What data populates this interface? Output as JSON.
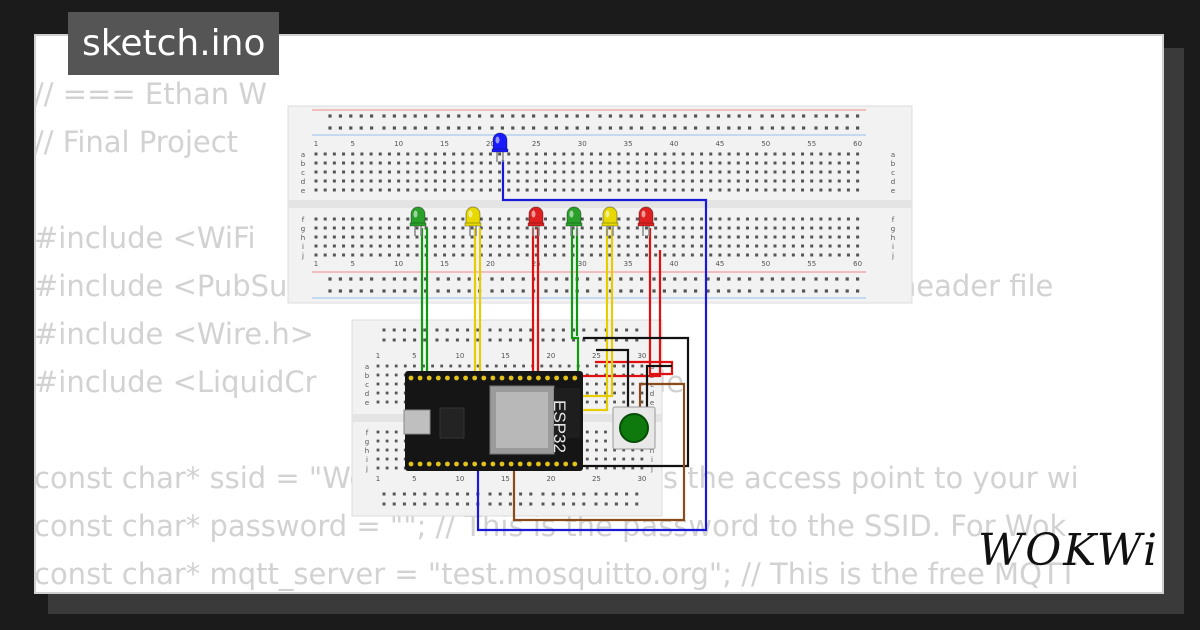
{
  "tab": {
    "filename": "sketch.ino"
  },
  "code_lines": [
    "// === Ethan W",
    "// Final Project",
    "",
    "#include <WiFi",
    "#include <PubSubClient.h> // MQTT publish and subscribe header file",
    "#include <Wire.h>",
    "#include <LiquidCr                       header file",
    "",
    "const char* ssid = \"Wokwi-GUEST\"; // This is the access point to your wi",
    "const char* password = \"\"; // This is the password to the SSID. For Wok",
    "const char* mqtt_server = \"test.mosquitto.org\"; // This is the free MQTT"
  ],
  "breadboard_top": {
    "column_numbers": [
      "1",
      "5",
      "10",
      "15",
      "20",
      "25",
      "30",
      "35",
      "40",
      "45",
      "50",
      "55",
      "60"
    ],
    "row_letters_upper": [
      "a",
      "b",
      "c",
      "d",
      "e"
    ],
    "row_letters_lower": [
      "f",
      "g",
      "h",
      "i",
      "j"
    ]
  },
  "breadboard_small": {
    "column_numbers": [
      "1",
      "5",
      "10",
      "15",
      "20",
      "25",
      "30"
    ],
    "row_letters_upper": [
      "a",
      "b",
      "c",
      "d",
      "e"
    ],
    "row_letters_lower": [
      "f",
      "g",
      "h",
      "i",
      "j"
    ]
  },
  "esp32": {
    "label": "ESP32"
  },
  "leds": [
    {
      "color": "#1a1aff",
      "name": "blue"
    },
    {
      "color": "#2aa02a",
      "name": "green"
    },
    {
      "color": "#e6d800",
      "name": "yellow"
    },
    {
      "color": "#e02020",
      "name": "red"
    },
    {
      "color": "#2aa02a",
      "name": "green"
    },
    {
      "color": "#e6d800",
      "name": "yellow"
    },
    {
      "color": "#e02020",
      "name": "red"
    }
  ],
  "logo": {
    "text": "WOKWi"
  },
  "colors": {
    "code_text": "#d2d2d2",
    "tab_bg": "#555555",
    "wire_blue": "#1a1ad6",
    "wire_red": "#e01010",
    "wire_green": "#119911",
    "wire_yellow": "#e6cc00",
    "wire_brown": "#8b4a1c",
    "wire_black": "#111111"
  }
}
